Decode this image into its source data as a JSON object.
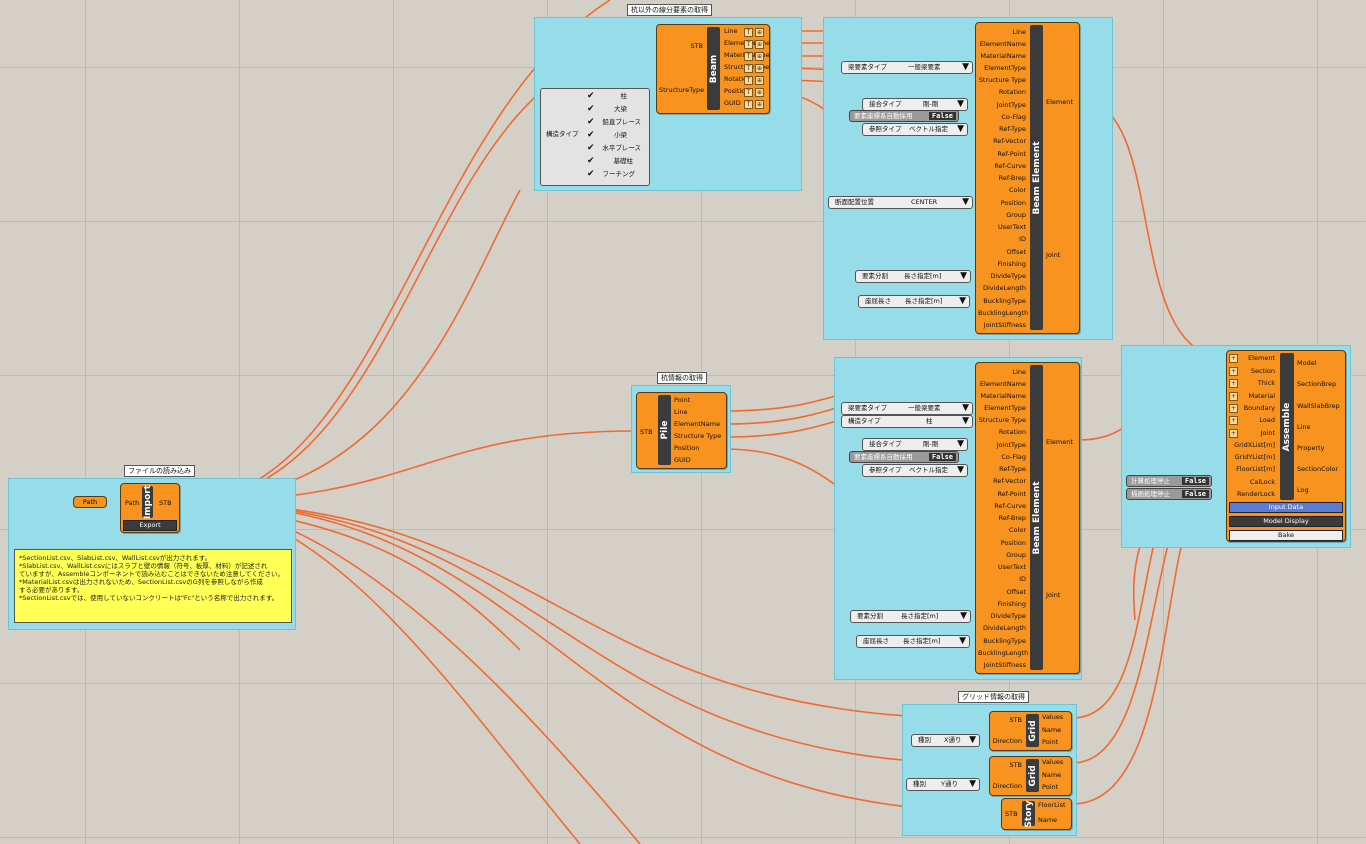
{
  "groups": {
    "file_read": "ファイルの読み込み",
    "non_pile": "杭以外の線分要素の取得",
    "pile": "杭情報の取得",
    "grid": "グリッド情報の取得"
  },
  "import_comp": {
    "name": "Import",
    "input": "Path",
    "output": "STB",
    "button": "Export",
    "path_param": "Path"
  },
  "note_lines": [
    "*SectionList.csv、SlabList.csv、WallList.csvが出力されます。",
    "*SlabList.csv、WallList.csvにはスラブと壁の情報（符号、板厚、材料）が記述され",
    "ていますが、Assembleコンポーネントで読み込むことはできないため注意してください。",
    "*MaterialList.csvは出力されないため、SectionList.csvのG列を参照しながら作成",
    "する必要があります。",
    "*SectionList.csvでは、使用していないコンクリートは\"Fc\"という名称で出力されます。"
  ],
  "beam_comp": {
    "name": "Beam",
    "inputs": [
      "STB",
      "StructureType"
    ],
    "outputs": [
      "Line",
      "ElementName",
      "MaterialName",
      "StructureType",
      "Rotation",
      "Position",
      "GUID"
    ]
  },
  "structure_list": {
    "label": "構造タイプ",
    "items": [
      "柱",
      "大梁",
      "鉛直ブレース",
      "小梁",
      "水平ブレース",
      "基礎柱",
      "フーチング"
    ]
  },
  "beam_element": {
    "name": "Beam Element",
    "inputs": [
      "Line",
      "ElementName",
      "MaterialName",
      "ElementType",
      "Structure Type",
      "Rotation",
      "JointType",
      "Co-Flag",
      "Ref-Type",
      "Ref-Vector",
      "Ref-Point",
      "Ref-Curve",
      "Ref-Brep",
      "Color",
      "Position",
      "Group",
      "UserText",
      "ID",
      "Offset",
      "Finishing",
      "DivideType",
      "DivideLength",
      "BucklingType",
      "BucklingLength",
      "JointStiffness"
    ],
    "outputs": [
      "Element",
      "Joint"
    ]
  },
  "top_params": {
    "element_type": {
      "key": "梁要素タイプ",
      "value": "一般梁要素"
    },
    "joint_type": {
      "key": "接合タイプ",
      "value": "剛-剛"
    },
    "auto_coord": {
      "key": "要素座標系自動採用",
      "value": "False"
    },
    "ref_type": {
      "key": "参照タイプ",
      "value": "ベクトル指定"
    },
    "section_pos": {
      "key": "断面配置位置",
      "value": "CENTER"
    },
    "divide": {
      "key": "要素分割",
      "value": "長さ指定[m]"
    },
    "buckling": {
      "key": "座屈長さ",
      "value": "長さ指定[m]"
    }
  },
  "pile_comp": {
    "name": "Pile",
    "input": "STB",
    "outputs": [
      "Point",
      "Line",
      "ElementName",
      "Structure Type",
      "Position",
      "GUID"
    ]
  },
  "mid_params": {
    "element_type": {
      "key": "梁要素タイプ",
      "value": "一般梁要素"
    },
    "structure_type": {
      "key": "構造タイプ",
      "value": "柱"
    },
    "joint_type": {
      "key": "接合タイプ",
      "value": "剛-剛"
    },
    "auto_coord": {
      "key": "要素座標系自動採用",
      "value": "False"
    },
    "ref_type": {
      "key": "参照タイプ",
      "value": "ベクトル指定"
    },
    "divide": {
      "key": "要素分割",
      "value": "長さ指定[m]"
    },
    "buckling": {
      "key": "座屈長さ",
      "value": "長さ指定[m]"
    }
  },
  "grid_comp": {
    "name": "Grid",
    "inputs": [
      "STB",
      "Direction"
    ],
    "outputs": [
      "Values",
      "Name",
      "Point"
    ],
    "x_param": {
      "key": "種別",
      "value": "X通り"
    },
    "y_param": {
      "key": "種別",
      "value": "Y通り"
    }
  },
  "story_comp": {
    "name": "Story",
    "input": "STB",
    "outputs": [
      "FloorList",
      "Name"
    ]
  },
  "assemble": {
    "name": "Assemble",
    "inputs": [
      "Element",
      "Section",
      "Thick",
      "Material",
      "Boundary",
      "Load",
      "Joint",
      "GridXList[m]",
      "GridYList[m]",
      "FloorList[m]",
      "CalLock",
      "RenderLock"
    ],
    "outputs": [
      "Model",
      "SectionBrep",
      "WallSlabBrep",
      "Line",
      "Property",
      "SectionColor",
      "Log"
    ],
    "buttons": [
      "Input Data",
      "Model Display",
      "Bake"
    ],
    "calc_stop": {
      "key": "計算処理停止",
      "value": "False"
    },
    "render_stop": {
      "key": "描画処理停止",
      "value": "False"
    }
  },
  "colors": {
    "canvas": "#d4d0c8",
    "group": "#97dde9",
    "component": "#f7931e",
    "wire": "#f06a30",
    "note": "#ffff55"
  }
}
